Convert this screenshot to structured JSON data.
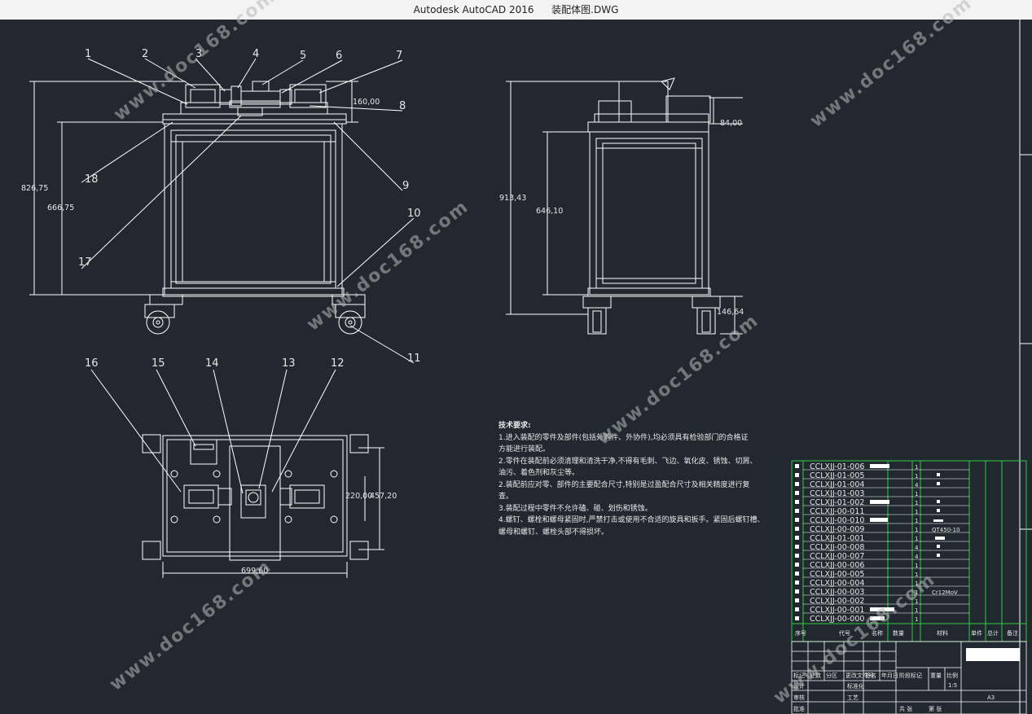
{
  "window": {
    "app": "Autodesk AutoCAD 2016",
    "file": "装配体图.DWG"
  },
  "watermark": "www.doc168.com",
  "part_labels": [
    "1",
    "2",
    "3",
    "4",
    "5",
    "6",
    "7",
    "8",
    "9",
    "10",
    "11",
    "12",
    "13",
    "14",
    "15",
    "16",
    "17",
    "18"
  ],
  "dimensions": {
    "front_overall_h": "826,75",
    "front_frame_h": "666,75",
    "front_top_h": "160,00",
    "side_overall_h": "913,43",
    "side_frame_h": "646,10",
    "side_top_h": "84,00",
    "side_caster_h": "146,64",
    "plan_width": "699,60",
    "plan_depth_a": "220,00",
    "plan_depth_b": "457,20"
  },
  "tech_requirements": {
    "heading": "技术要求:",
    "lines": [
      "1.进入装配的零件及部件(包括外购件、外协件),均必须具有检验部门的合格证",
      "方能进行装配。",
      "2.零件在装配前必须清理和清洗干净,不得有毛刺、飞边、氧化皮、锈蚀、切屑、",
      "油污、着色剂和灰尘等。",
      "2.装配前应对零、部件的主要配合尺寸,特别是过盈配合尺寸及相关精度进行复",
      "查。",
      "3.装配过程中零件不允许磕、碰、划伤和锈蚀。",
      "4.螺钉、螺栓和螺母紧固时,严禁打击或使用不合适的旋具和扳手。紧固后螺钉槽、",
      "螺母和螺钉、螺栓头部不得损坏。"
    ]
  },
  "bom": {
    "codes": [
      "CCLXJJ-01-006",
      "CCLXJJ-01-005",
      "CCLXJJ-01-004",
      "CCLXJJ-01-003",
      "CCLXJJ-01-002",
      "CCLXJJ-00-011",
      "CCLXJJ-00-010",
      "CCLXJJ-00-009",
      "CCLXJJ-01-001",
      "CCLXJJ-00-008",
      "CCLXJJ-00-007",
      "CCLXJJ-00-006",
      "CCLXJJ-00-005",
      "CCLXJJ-00-004",
      "CCLXJJ-00-003",
      "CCLXJJ-00-002",
      "CCLXJJ-00-001",
      "CCLXJJ-00-000"
    ],
    "qty": [
      "1",
      "1",
      "4",
      "1",
      "1",
      "1",
      "1",
      "1",
      "1",
      "4",
      "4",
      "1",
      "1",
      "1",
      "1",
      "1",
      "1",
      "1"
    ],
    "materials": [
      "",
      "",
      "",
      "",
      "",
      "",
      "",
      "QT450-10",
      "",
      "",
      "",
      "",
      "",
      "",
      "Cr12MoV",
      "",
      "",
      ""
    ],
    "header": [
      "序号",
      "代号",
      "名称",
      "数量",
      "材料",
      "单件",
      "总计",
      "备注"
    ]
  },
  "title_block": {
    "labels": [
      "标记",
      "处数",
      "分区",
      "更改文件号",
      "签名",
      "年月日",
      "设计",
      "标准化",
      "阶段标记",
      "重量",
      "比例",
      "审核",
      "工艺",
      "批准",
      "共 张",
      "第 张"
    ],
    "scale": "1:5",
    "sheet": "A3"
  },
  "colors": {
    "canvas": "#212830",
    "line": "#ffffff",
    "bom_grid": "#2ecc40",
    "titlebar": "#f3f3f3"
  }
}
